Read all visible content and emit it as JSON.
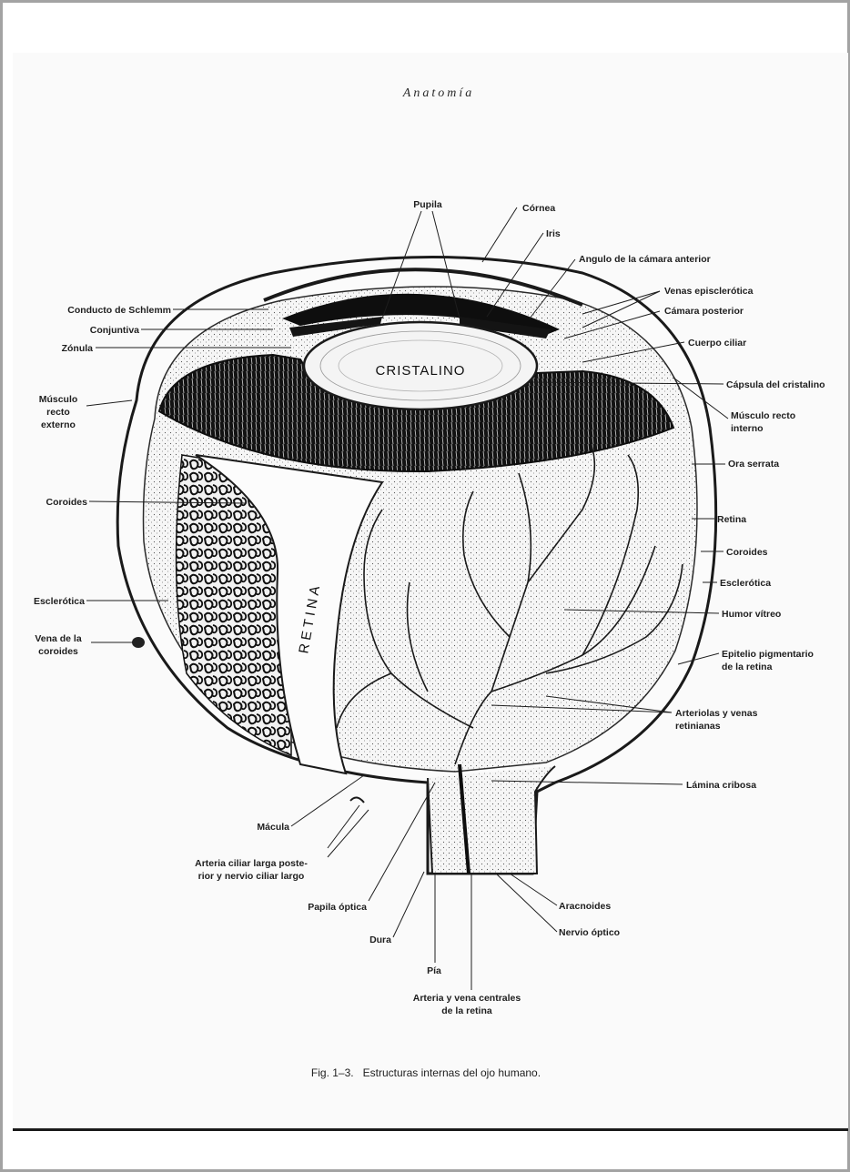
{
  "header": {
    "running_head": "Anatomía"
  },
  "caption": "Fig. 1–3.   Estructuras internas del ojo humano.",
  "labels": {
    "pupila": "Pupila",
    "cornea": "Córnea",
    "iris": "Iris",
    "angulo": "Angulo de la cámara anterior",
    "venas_episclerotica": "Venas episclerótica",
    "camara_posterior": "Cámara posterior",
    "cuerpo_ciliar": "Cuerpo ciliar",
    "capsula": "Cápsula del cristalino",
    "recto_interno_1": "Músculo recto",
    "recto_interno_2": "interno",
    "ora_serrata": "Ora serrata",
    "retina_r": "Retina",
    "coroides_r": "Coroides",
    "esclerotica_r": "Esclerótica",
    "humor_vitreo": "Humor vítreo",
    "epitelio_1": "Epitelio pigmentario",
    "epitelio_2": "de la retina",
    "arteriolas_1": "Arteriolas y venas",
    "arteriolas_2": "retinianas",
    "lamina": "Lámina cribosa",
    "schlemm": "Conducto de Schlemm",
    "conjuntiva": "Conjuntiva",
    "zonula": "Zónula",
    "recto_externo_1": "Músculo",
    "recto_externo_2": "recto",
    "recto_externo_3": "externo",
    "coroides_l": "Coroides",
    "esclerotica_l": "Esclerótica",
    "vena_1": "Vena de la",
    "vena_2": "coroides",
    "macula": "Mácula",
    "arteria_ciliar_1": "Arteria ciliar larga poste-",
    "arteria_ciliar_2": "rior y nervio ciliar largo",
    "papila": "Papila óptica",
    "dura": "Dura",
    "pia": "Pía",
    "arteria_central_1": "Arteria y vena centrales",
    "arteria_central_2": "de la retina",
    "aracnoides": "Aracnoides",
    "nervio_optico": "Nervio óptico",
    "cristalino": "CRISTALINO",
    "retina_band": "RETINA"
  }
}
